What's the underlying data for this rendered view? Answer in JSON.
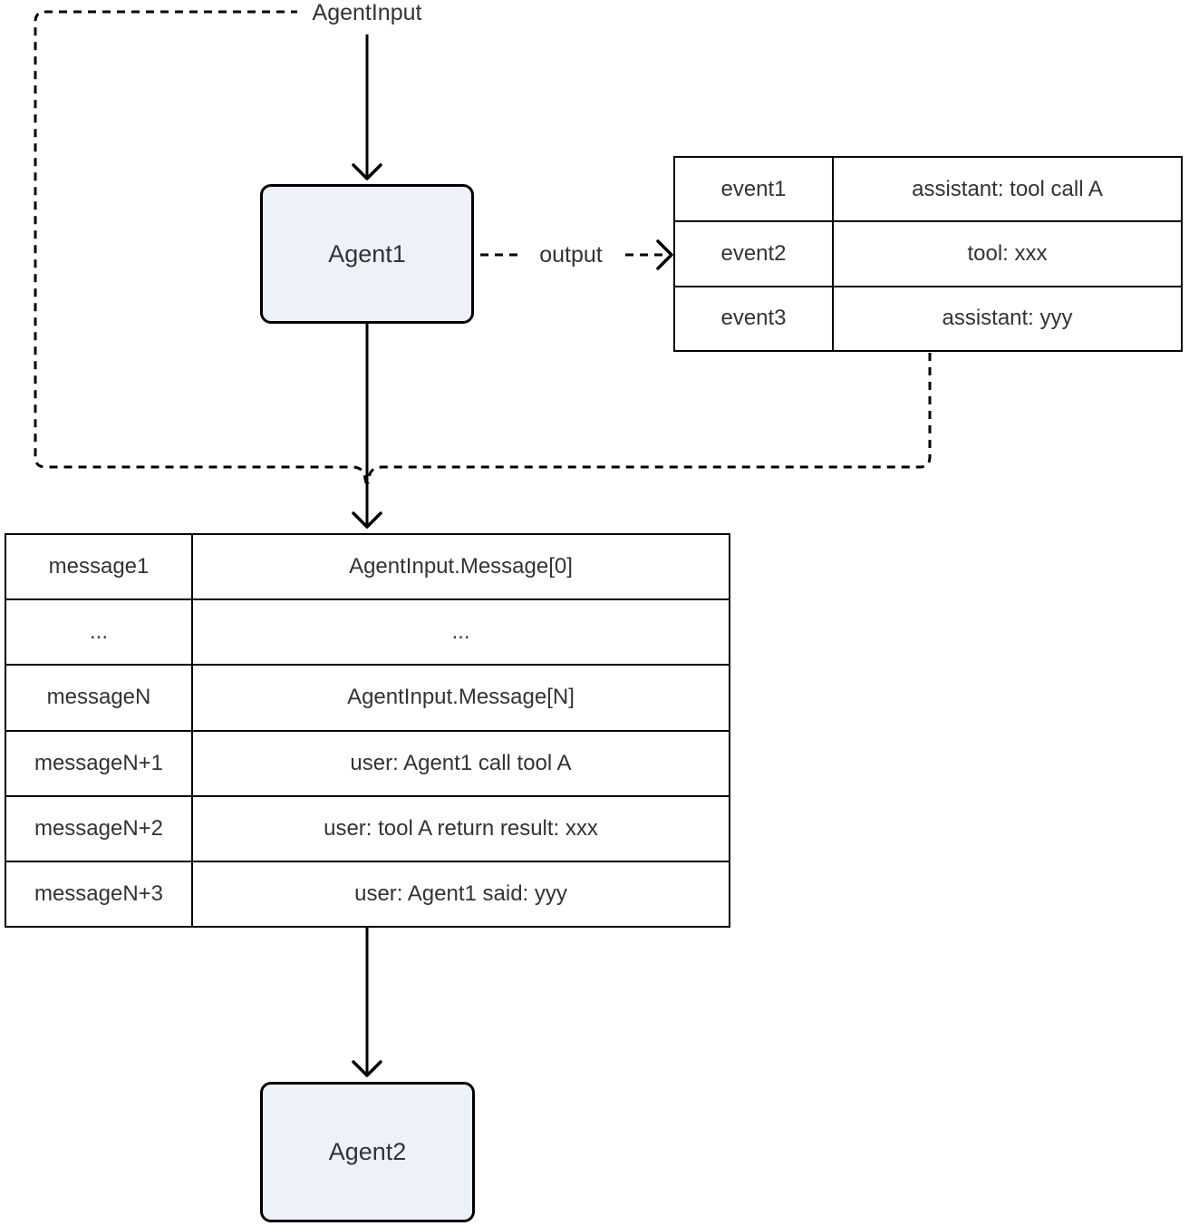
{
  "diagram": {
    "labels": {
      "agent_input": "AgentInput",
      "output": "output"
    },
    "nodes": {
      "agent1": "Agent1",
      "agent2": "Agent2"
    },
    "events_table": {
      "rows": [
        {
          "key": "event1",
          "value": "assistant: tool call A"
        },
        {
          "key": "event2",
          "value": "tool: xxx"
        },
        {
          "key": "event3",
          "value": "assistant: yyy"
        }
      ]
    },
    "messages_table": {
      "rows": [
        {
          "key": "message1",
          "value": "AgentInput.Message[0]"
        },
        {
          "key": "...",
          "value": "..."
        },
        {
          "key": "messageN",
          "value": "AgentInput.Message[N]"
        },
        {
          "key": "messageN+1",
          "value": "user: Agent1 call tool A"
        },
        {
          "key": "messageN+2",
          "value": "user: tool A return result: xxx"
        },
        {
          "key": "messageN+3",
          "value": "user: Agent1 said: yyy"
        }
      ]
    },
    "colors": {
      "node_fill": "#edf2fa",
      "node_border": "#000000",
      "text_color": "#333333",
      "line_color": "#000000"
    }
  }
}
